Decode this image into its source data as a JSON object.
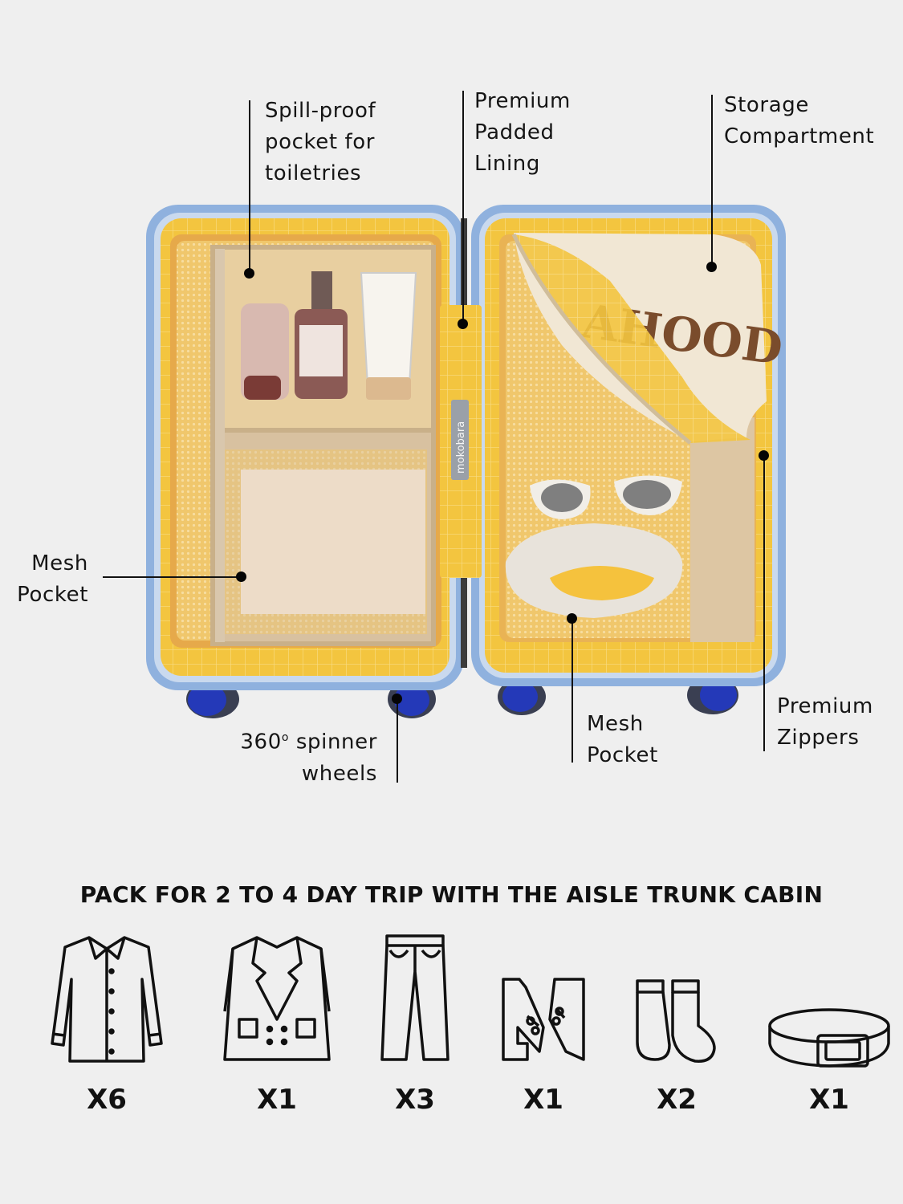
{
  "callouts": {
    "spill_proof": "Spill-proof\npocket for\ntoiletries",
    "padded_lining": "Premium\nPadded\nLining",
    "storage": "Storage\nCompartment",
    "mesh_left": "Mesh\nPocket",
    "wheels_line1": "360",
    "wheels_deg": "o",
    "wheels_line1b": " spinner",
    "wheels_line2": "wheels",
    "mesh_right": "Mesh\nPocket",
    "zippers": "Premium\nZippers"
  },
  "suitcase": {
    "strap_brand": "mokobara",
    "shirt_print": "AHOOD",
    "colors": {
      "shell": "#8fb1de",
      "lining": "#f2c23a",
      "pocket": "#e9c98a",
      "wheel": "#2439b8"
    }
  },
  "packing": {
    "headline": "PACK FOR 2 TO 4 DAY TRIP WITH THE AISLE TRUNK CABIN",
    "items": [
      {
        "icon": "shirt-icon",
        "count": "X6"
      },
      {
        "icon": "blazer-icon",
        "count": "X1"
      },
      {
        "icon": "trousers-icon",
        "count": "X3"
      },
      {
        "icon": "shoes-icon",
        "count": "X1"
      },
      {
        "icon": "socks-icon",
        "count": "X2"
      },
      {
        "icon": "belt-icon",
        "count": "X1"
      }
    ]
  }
}
